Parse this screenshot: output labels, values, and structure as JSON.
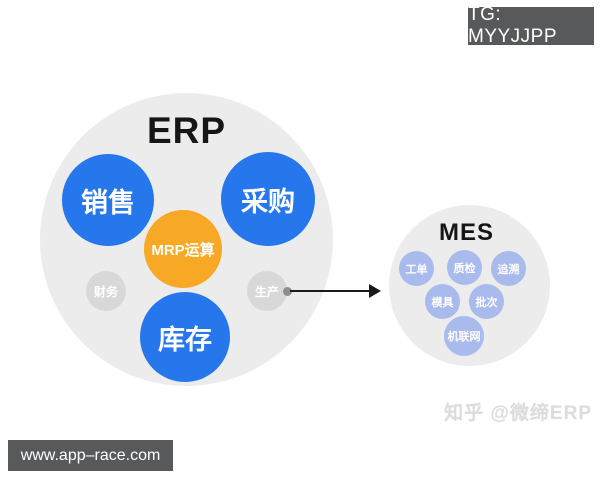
{
  "tg_badge": {
    "label": "TG: MYYJJPP"
  },
  "site_badge": {
    "label": "www.app–race.com"
  },
  "erp": {
    "title": "ERP",
    "sales": "销售",
    "purchase": "采购",
    "mrp": "MRP运算",
    "finance": "财务",
    "production": "生产",
    "inventory": "库存"
  },
  "mes": {
    "title": "MES",
    "work_order": "工单",
    "quality_check": "质检",
    "traceability": "追溯",
    "mold": "模具",
    "batch": "批次",
    "machine_iot": "机联网"
  },
  "watermark": {
    "text": "知乎 @微缔ERP"
  },
  "colors": {
    "primary_blue": "#2577EB",
    "accent_orange": "#F7A824",
    "light_periwinkle": "#A9BAEC",
    "container_gray": "#ECECEC",
    "minor_circle_gray": "#D8D8D8",
    "badge_gray": "#58595B",
    "arrow_black": "#1A1A1A"
  }
}
